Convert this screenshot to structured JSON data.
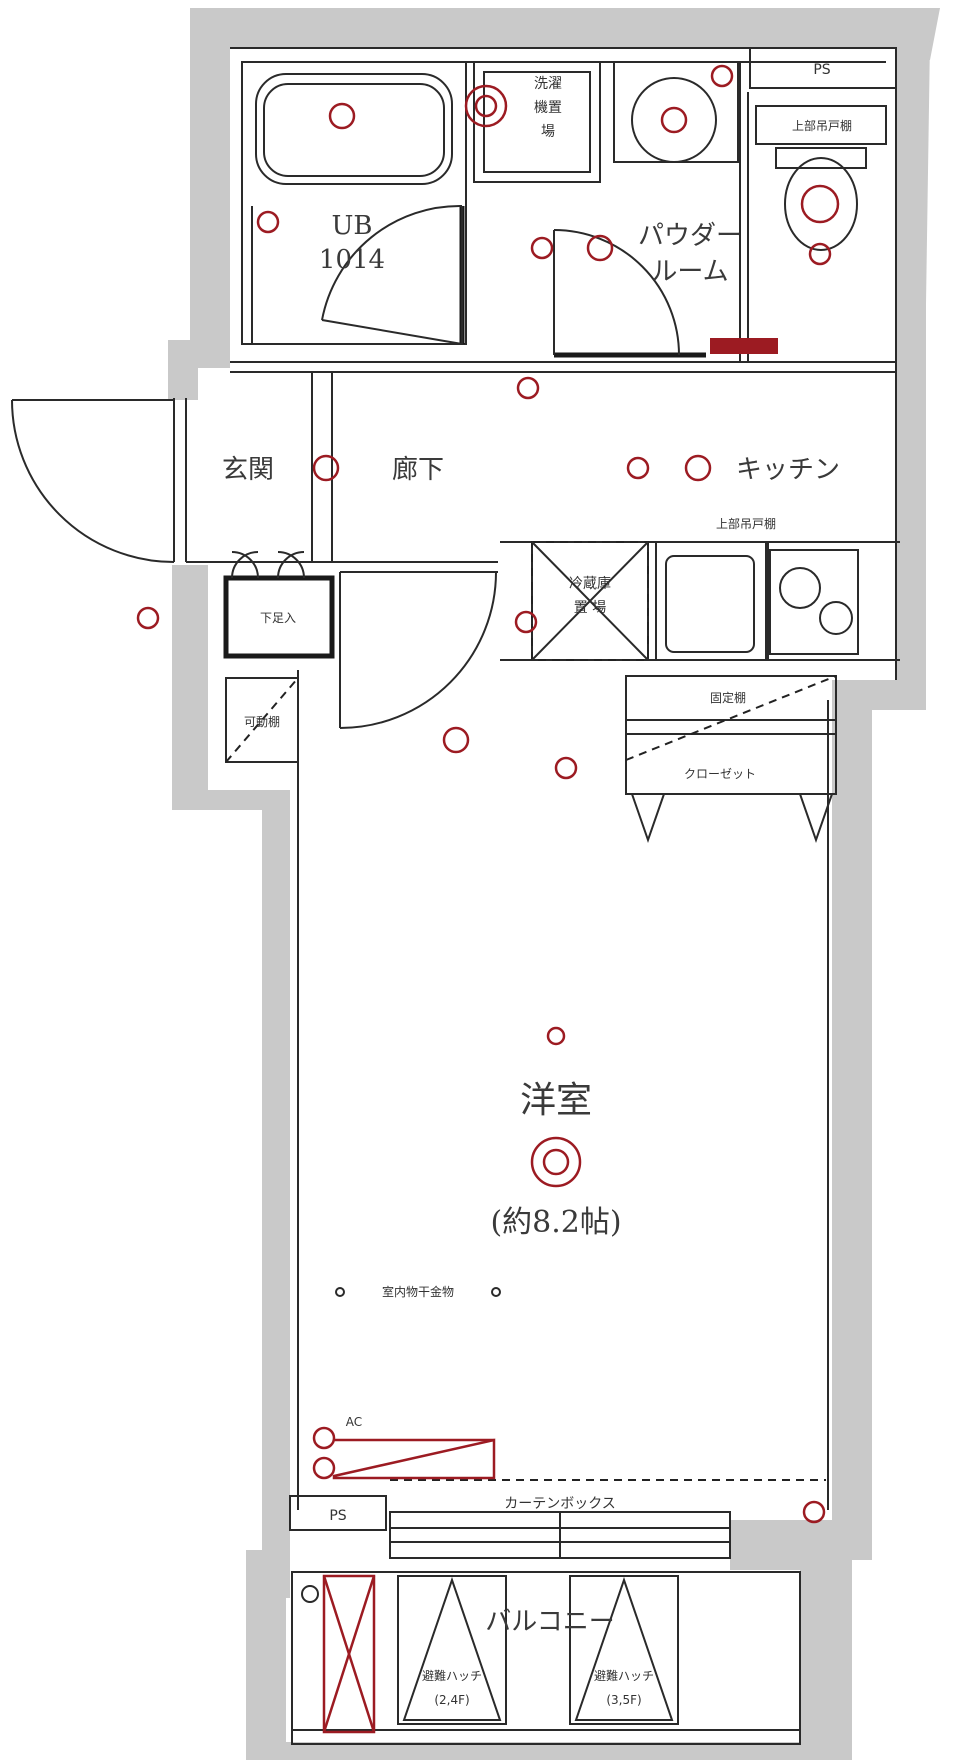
{
  "rooms": {
    "unit_bath": {
      "line1": "UB",
      "line2": "1014"
    },
    "powder_room": {
      "line1": "パウダー",
      "line2": "ルーム"
    },
    "entrance": "玄関",
    "hallway": "廊下",
    "kitchen": "キッチン",
    "western_room": {
      "name": "洋室",
      "size": "(約8.2帖)"
    },
    "balcony": "バルコニー"
  },
  "fixtures": {
    "ps_top": "PS",
    "ps_bottom": "PS",
    "washer_space": {
      "line1": "洗濯",
      "line2": "機置",
      "line3": "場"
    },
    "upper_cabinet_toilet": "上部吊戸棚",
    "upper_cabinet_kitchen": "上部吊戸棚",
    "shoe_box": "下足入",
    "movable_shelf": "可動棚",
    "fridge_space": {
      "line1": "冷蔵庫",
      "line2": "置  場"
    },
    "fixed_shelf": "固定棚",
    "closet": "クローゼット",
    "indoor_drying_hardware": "室内物干金物",
    "curtain_box": "カーテンボックス",
    "evac_hatch_1": {
      "line1": "避難ハッチ",
      "line2": "(2,4F)"
    },
    "evac_hatch_2": {
      "line1": "避難ハッチ",
      "line2": "(3,5F)"
    },
    "ac_label": "AC"
  },
  "colors": {
    "wall": "#c9c9c9",
    "line": "#2a2a2a",
    "electrical": "#9c1b22",
    "background": "#ffffff"
  }
}
